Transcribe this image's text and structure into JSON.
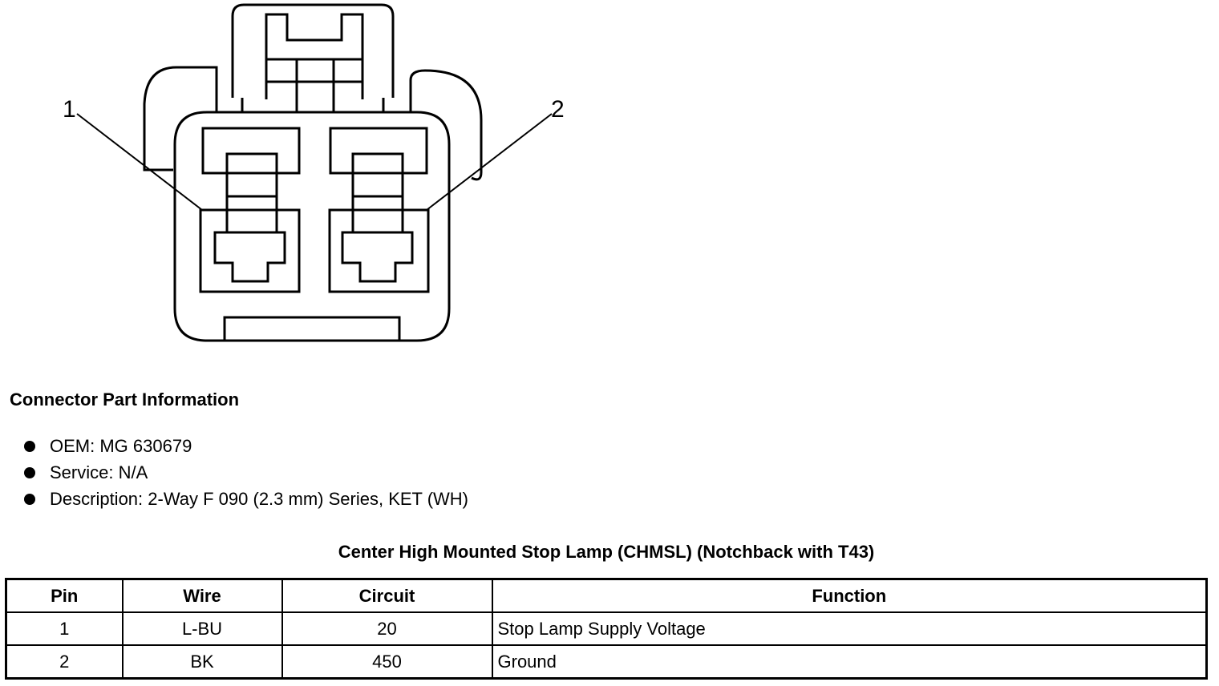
{
  "diagram": {
    "pin_labels": [
      "1",
      "2"
    ]
  },
  "section_title": "Connector Part Information",
  "info": [
    "OEM: MG 630679",
    "Service: N/A",
    "Description: 2-Way F 090 (2.3 mm) Series, KET (WH)"
  ],
  "table": {
    "caption": "Center High Mounted Stop Lamp (CHMSL) (Notchback with T43)",
    "headers": [
      "Pin",
      "Wire",
      "Circuit",
      "Function"
    ],
    "rows": [
      [
        "1",
        "L-BU",
        "20",
        "Stop Lamp Supply Voltage"
      ],
      [
        "2",
        "BK",
        "450",
        "Ground"
      ]
    ]
  }
}
